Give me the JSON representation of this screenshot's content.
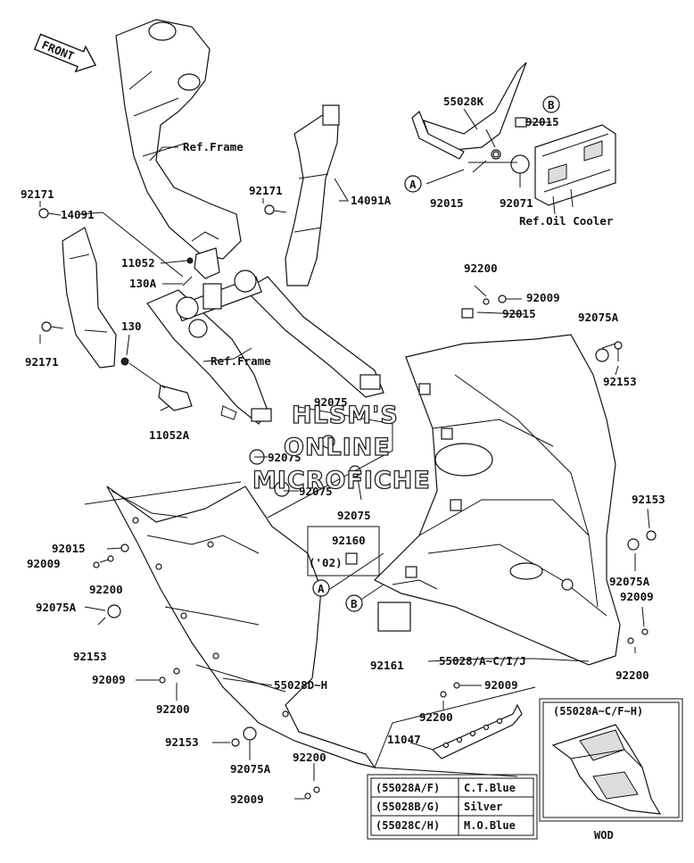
{
  "diagram": {
    "front_arrow": "FRONT",
    "watermark": [
      "HLSM'S",
      "ONLINE",
      "MICROFICHE"
    ],
    "callouts": [
      {
        "id": "c_ref_frame_1",
        "text": "Ref.Frame"
      },
      {
        "id": "c_55028K",
        "text": "55028K"
      },
      {
        "id": "c_92015_a",
        "text": "92015"
      },
      {
        "id": "c_92015_b",
        "text": "92015"
      },
      {
        "id": "c_92071",
        "text": "92071"
      },
      {
        "id": "c_ref_oil",
        "text": "Ref.Oil Cooler"
      },
      {
        "id": "c_14091A",
        "text": "14091A"
      },
      {
        "id": "c_92171_a",
        "text": "92171"
      },
      {
        "id": "c_92171_b",
        "text": "92171"
      },
      {
        "id": "c_92171_c",
        "text": "92171"
      },
      {
        "id": "c_14091",
        "text": "14091"
      },
      {
        "id": "c_11052",
        "text": "11052"
      },
      {
        "id": "c_130A",
        "text": "130A"
      },
      {
        "id": "c_130",
        "text": "130"
      },
      {
        "id": "c_ref_frame_2",
        "text": "Ref.Frame"
      },
      {
        "id": "c_11052A",
        "text": "11052A"
      },
      {
        "id": "c_92200_a",
        "text": "92200"
      },
      {
        "id": "c_92009_a",
        "text": "92009"
      },
      {
        "id": "c_92015_c",
        "text": "92015"
      },
      {
        "id": "c_92075A_a",
        "text": "92075A"
      },
      {
        "id": "c_92153_a",
        "text": "92153"
      },
      {
        "id": "c_92075_a",
        "text": "92075"
      },
      {
        "id": "c_92075_b",
        "text": "92075"
      },
      {
        "id": "c_92075_c",
        "text": "92075"
      },
      {
        "id": "c_92075_d",
        "text": "92075"
      },
      {
        "id": "c_92160",
        "text": "92160"
      },
      {
        "id": "c_02",
        "text": "('02)"
      },
      {
        "id": "c_92153_b",
        "text": "92153"
      },
      {
        "id": "c_92075A_b",
        "text": "92075A"
      },
      {
        "id": "c_92009_b",
        "text": "92009"
      },
      {
        "id": "c_92200_b",
        "text": "92200"
      },
      {
        "id": "c_92015_d",
        "text": "92015"
      },
      {
        "id": "c_92009_c",
        "text": "92009"
      },
      {
        "id": "c_92200_c",
        "text": "92200"
      },
      {
        "id": "c_92075A_c",
        "text": "92075A"
      },
      {
        "id": "c_92153_c",
        "text": "92153"
      },
      {
        "id": "c_92161",
        "text": "92161"
      },
      {
        "id": "c_55028AJ",
        "text": "55028/A~C/I/J"
      },
      {
        "id": "c_92009_d",
        "text": "92009"
      },
      {
        "id": "c_92200_d",
        "text": "92200"
      },
      {
        "id": "c_11047",
        "text": "11047"
      },
      {
        "id": "c_92009_e",
        "text": "92009"
      },
      {
        "id": "c_92200_e",
        "text": "92200"
      },
      {
        "id": "c_55028DH",
        "text": "55028D~H"
      },
      {
        "id": "c_92153_d",
        "text": "92153"
      },
      {
        "id": "c_92075A_d",
        "text": "92075A"
      },
      {
        "id": "c_92200_f",
        "text": "92200"
      },
      {
        "id": "c_92009_f",
        "text": "92009"
      }
    ],
    "ref_letters": {
      "a": "A",
      "b": "B"
    },
    "inset_title": "(55028A~C/F~H)",
    "inset_caption": "WOD",
    "color_table": [
      {
        "code": "(55028A/F)",
        "color": "C.T.Blue"
      },
      {
        "code": "(55028B/G)",
        "color": "Silver"
      },
      {
        "code": "(55028C/H)",
        "color": "M.O.Blue"
      }
    ]
  }
}
